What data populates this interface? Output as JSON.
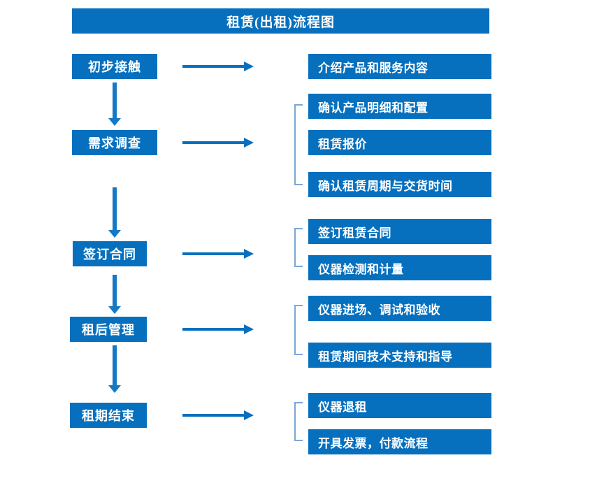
{
  "diagram": {
    "title": "租赁(出租)流程图",
    "colors": {
      "box_blue": "#0670BE",
      "arrow_blue": "#1479C4",
      "bracket_blue": "#7BA7D7",
      "text_white": "#FFFFFF",
      "background": "#FFFFFF"
    },
    "stages": [
      {
        "label": "初步接触"
      },
      {
        "label": "需求调查"
      },
      {
        "label": "签订合同"
      },
      {
        "label": "租后管理"
      },
      {
        "label": "租期结束"
      }
    ],
    "details": [
      {
        "label": "介绍产品和服务内容"
      },
      {
        "label": "确认产品明细和配置"
      },
      {
        "label": "租赁报价"
      },
      {
        "label": "确认租赁周期与交货时间"
      },
      {
        "label": "签订租赁合同"
      },
      {
        "label": "仪器检测和计量"
      },
      {
        "label": "仪器进场、调试和验收"
      },
      {
        "label": "租赁期间技术支持和指导"
      },
      {
        "label": "仪器退租"
      },
      {
        "label": "开具发票，付款流程"
      }
    ],
    "groups": [
      {
        "stage": "需求调查",
        "detail_indices": [
          1,
          2,
          3
        ]
      },
      {
        "stage": "签订合同",
        "detail_indices": [
          4,
          5
        ]
      },
      {
        "stage": "租后管理",
        "detail_indices": [
          6,
          7
        ]
      },
      {
        "stage": "租期结束",
        "detail_indices": [
          8,
          9
        ]
      }
    ],
    "connectors": {
      "horizontal_arrow_count": 5,
      "vertical_arrow_count": 4,
      "bracket_count": 4
    }
  }
}
